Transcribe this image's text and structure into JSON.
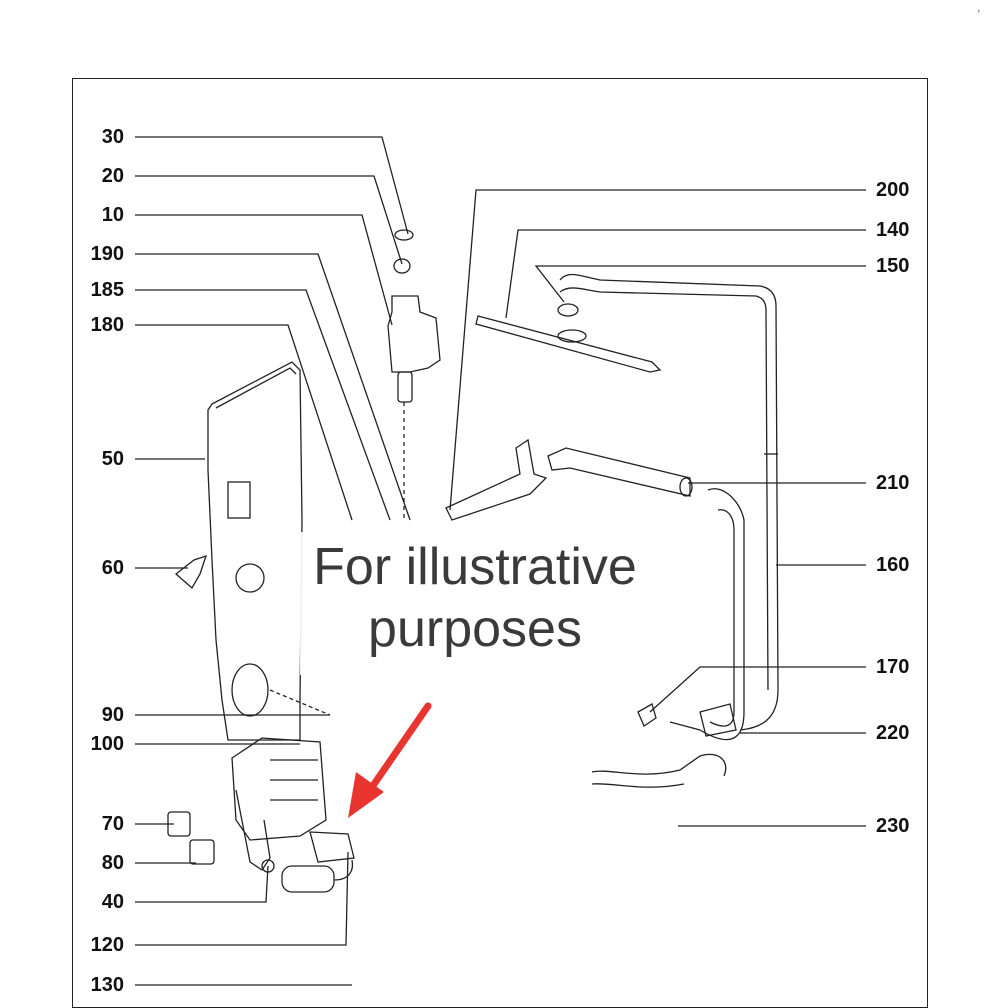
{
  "diagram": {
    "callouts_left": [
      "30",
      "20",
      "10",
      "190",
      "185",
      "180",
      "50",
      "60",
      "90",
      "100",
      "70",
      "80",
      "40",
      "120",
      "130"
    ],
    "callouts_right": [
      "200",
      "140",
      "150",
      "210",
      "160",
      "170",
      "220",
      "230"
    ]
  },
  "watermark": {
    "line1": "For illustrative",
    "line2": "purposes"
  },
  "colors": {
    "line": "#222222",
    "arrow": "#e8352f",
    "background": "#ffffff"
  }
}
